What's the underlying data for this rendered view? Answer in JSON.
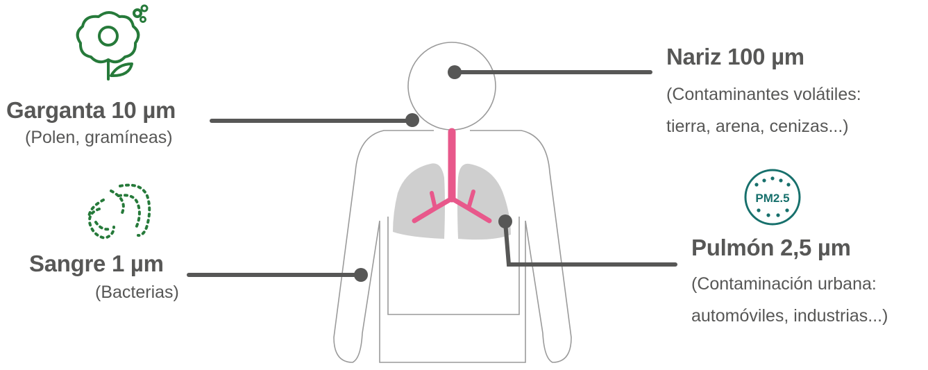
{
  "colors": {
    "text": "#575756",
    "connector": "#575756",
    "icon_green": "#267a3a",
    "pm_teal": "#17706c",
    "lung_gray": "#cfcfcf",
    "trachea_pink": "#e8588b",
    "body_outline": "#9a9a9a"
  },
  "labels": {
    "garganta": {
      "title": "Garganta 10 µm",
      "desc": "(Polen, gramíneas)",
      "icon": "flower-icon"
    },
    "sangre": {
      "title": "Sangre 1 µm",
      "desc": "(Bacterias)",
      "icon": "bacteria-icon"
    },
    "nariz": {
      "title": "Nariz 100 µm",
      "desc_line1": "(Contaminantes volátiles:",
      "desc_line2": "tierra, arena, cenizas...)"
    },
    "pulmon": {
      "title": "Pulmón 2,5 µm",
      "desc_line1": "(Contaminación urbana:",
      "desc_line2": "automóviles, industrias...)",
      "icon": "pm25-icon"
    }
  },
  "pm_badge": "PM2.5"
}
